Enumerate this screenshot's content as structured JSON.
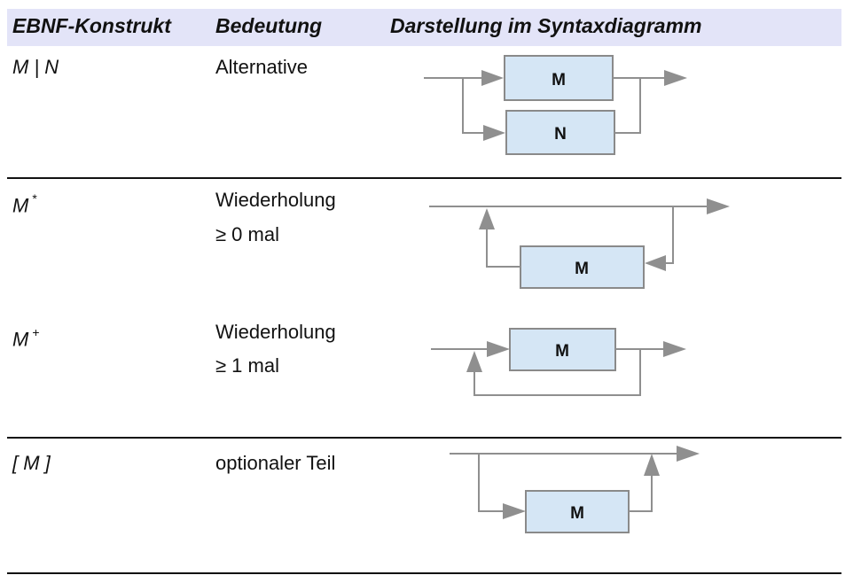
{
  "header": {
    "col1": "EBNF-Konstrukt",
    "col2": "Bedeutung",
    "col3": "Darstellung im Syntaxdiagramm"
  },
  "rows": [
    {
      "construct": "M | N",
      "meaning_line1": "Alternative",
      "meaning_line2": ""
    },
    {
      "construct_base": "M",
      "construct_sup": "*",
      "meaning_line1": "Wiederholung",
      "meaning_line2": "≥ 0 mal"
    },
    {
      "construct_base": "M",
      "construct_sup": "+",
      "meaning_line1": "Wiederholung",
      "meaning_line2": "≥ 1 mal"
    },
    {
      "construct": "[ M ]",
      "meaning_line1": "optionaler Teil",
      "meaning_line2": ""
    }
  ],
  "diagrams": {
    "alternative": {
      "box1": "M",
      "box2": "N"
    },
    "star": {
      "box": "M"
    },
    "plus": {
      "box": "M"
    },
    "optional": {
      "box": "M"
    }
  },
  "colors": {
    "header_bg": "#e3e4f8",
    "box_fill": "#d5e6f5",
    "line": "#8f8f8f"
  }
}
